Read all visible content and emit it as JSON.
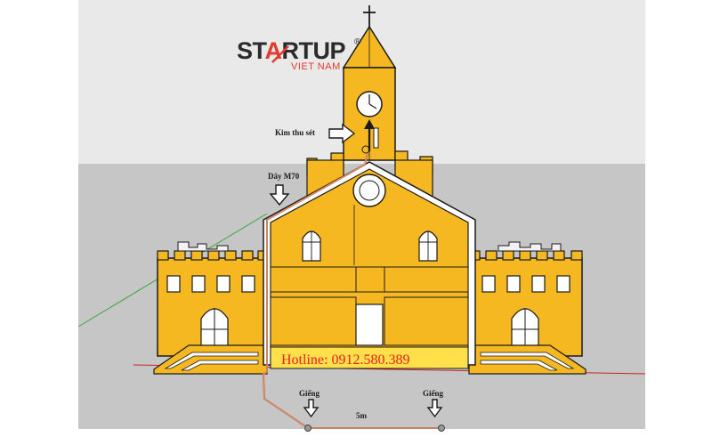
{
  "logo": {
    "brand_left": "ST",
    "brand_mid": "A",
    "brand_right": "RTUP",
    "registered": "®",
    "sub": "VIET NAM",
    "brand_color": "#2b2b2b",
    "accent_color": "#e53a2e"
  },
  "labels": {
    "lightning_rod": "Kim thu sét",
    "wire": "Dây M70",
    "well_left": "Giếng",
    "well_right": "Giếng",
    "distance": "5m"
  },
  "banner": {
    "hotline": "Hotline: 0912.580.389"
  },
  "colors": {
    "sky": "#e9e9e9",
    "ground": "#c6c6c6",
    "building": "#f6b820",
    "building_light": "#ffd040",
    "outline": "#1a1a1a",
    "wire": "#b86b47",
    "banner_text": "#e52020",
    "banner_bg": "#ffe04a",
    "axis_red": "#cc2222",
    "axis_green": "#3aa63a"
  }
}
